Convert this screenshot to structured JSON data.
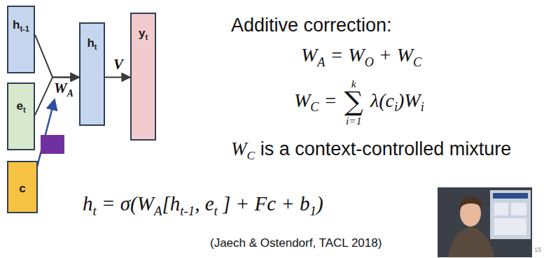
{
  "diagram": {
    "nodes": [
      {
        "text": [
          "ht-1"
        ]
      },
      {
        "text": [
          "et"
        ]
      },
      {
        "text": [
          "c"
        ]
      },
      {
        "text": [
          "ht"
        ]
      },
      {
        "text": [
          "yt"
        ]
      }
    ],
    "edges": [
      {
        "from": 0,
        "to": 3,
        "arrow": "to"
      },
      {
        "from": 1,
        "to": 3,
        "arrow": "to"
      },
      {
        "from": 3,
        "to": 4,
        "label": "V",
        "arrow": "to"
      }
    ],
    "labels": [
      "WA",
      "Additive correction:",
      "WA = WO + WC",
      "WC = k∑i=1 λ(ci)Wi",
      "WC is a context-controlled mixture",
      "ht = σ(WA[ht-1, et ] + Fc + b1)",
      "(Jaech & Ostendorf, TACL 2018)",
      "15"
    ]
  }
}
